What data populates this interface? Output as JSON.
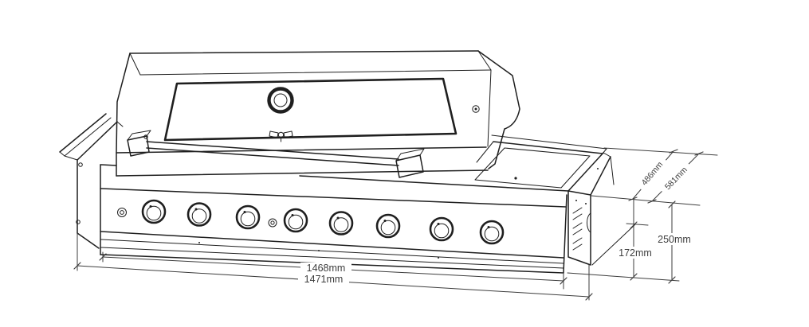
{
  "diagram": {
    "background_color": "#ffffff",
    "line_color": "#1f1f1f",
    "dimension_text_color": "#3d3d3d",
    "knob_count": 8,
    "dimensions": {
      "cutout_width": "1468mm",
      "overall_width": "1471mm",
      "front_height": "250mm",
      "rear_height": "172mm",
      "cutout_depth": "486mm",
      "overall_depth": "581mm"
    }
  }
}
